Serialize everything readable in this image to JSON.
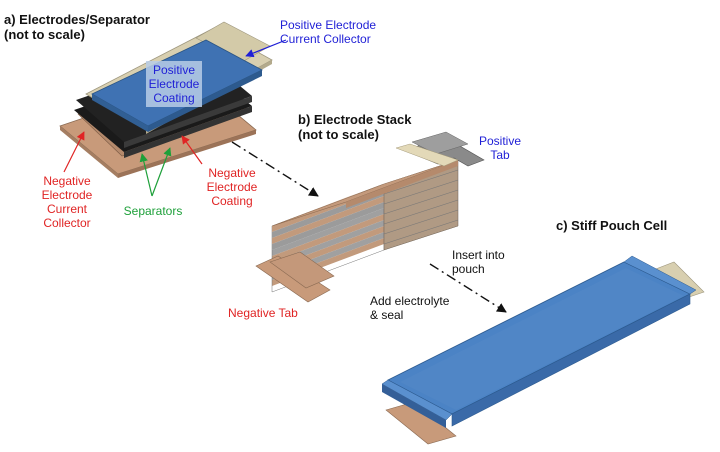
{
  "panel_a": {
    "title": "a) Electrodes/Separator\n(not to scale)",
    "positive_cc": "Positive Electrode\nCurrent Collector",
    "positive_coating": "Positive\nElectrode\nCoating",
    "negative_cc": "Negative\nElectrode\nCurrent\nCollector",
    "negative_coating": "Negative\nElectrode\nCoating",
    "separators": "Separators"
  },
  "panel_b": {
    "title": "b) Electrode Stack\n(not to scale)",
    "positive_tab": "Positive\nTab",
    "negative_tab": "Negative Tab"
  },
  "panel_c": {
    "title": "c) Stiff Pouch Cell",
    "insert": "Insert into\npouch",
    "electrolyte": "Add electrolyte\n& seal"
  },
  "colors": {
    "positive_coating": "#3f72b3",
    "current_collector": "#d8cfb0",
    "negative_coating": "#c49a7c",
    "separator": "#1a1a1a",
    "pouch": "#4b83c5",
    "blue_text": "#1f1fd6",
    "red_text": "#e02424",
    "green_text": "#1ea03a"
  }
}
